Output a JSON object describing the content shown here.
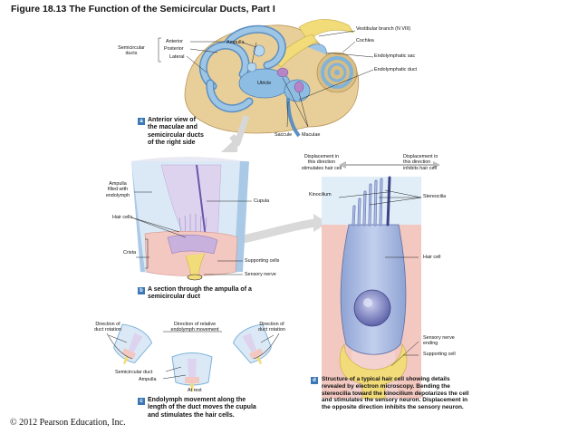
{
  "figure_title": "Figure 18.13  The Function of the Semicircular Ducts, Part I",
  "copyright": "© 2012 Pearson Education, Inc.",
  "panel_a": {
    "badge": "a",
    "caption": [
      "Anterior view of",
      "the maculae and",
      "semicircular ducts",
      "of the right side"
    ],
    "labels": {
      "anterior": "Anterior",
      "posterior": "Posterior",
      "lateral": "Lateral",
      "semicircular_ducts": [
        "Semicircular",
        "ducts"
      ],
      "ampulla": "Ampulla",
      "vestibular_branch": "Vestibular branch (N VIII)",
      "cochlea": "Cochlea",
      "endolymphatic_sac": "Endolymphatic sac",
      "endolymphatic_duct": "Endolymphatic duct",
      "utricle": "Utricle",
      "saccule": "Saccule",
      "maculae": "Maculae"
    }
  },
  "panel_b": {
    "badge": "b",
    "caption": [
      "A section through the ampulla of a",
      "semicircular duct"
    ],
    "labels": {
      "ampulla_filled": [
        "Ampulla",
        "filled with",
        "endolymph"
      ],
      "cupula": "Cupula",
      "hair_cells": "Hair cells",
      "crista": "Crista",
      "supporting_cells": "Supporting cells",
      "sensory_nerve": "Sensory nerve"
    }
  },
  "panel_c": {
    "badge": "c",
    "caption": [
      "Endolymph movement along the",
      "length of the duct moves the cupula",
      "and stimulates the hair cells."
    ],
    "labels": {
      "direction_duct_rotation_left": [
        "Direction of",
        "duct rotation"
      ],
      "direction_relative_endolymph": [
        "Direction of relative",
        "endolymph movement"
      ],
      "direction_duct_rotation_right": [
        "Direction of",
        "duct rotation"
      ],
      "semicircular_duct": "Semicircular duct",
      "ampulla": "Ampulla",
      "at_rest": "At rest"
    }
  },
  "panel_d": {
    "badge": "d",
    "caption": [
      "Structure of a typical hair cell showing details",
      "revealed by electron microscopy. Bending the",
      "stereocilia toward the kinocilium depolarizes the cell",
      "and stimulates the sensory neuron. Displacement in",
      "the opposite direction inhibits the sensory neuron."
    ],
    "labels": {
      "displacement_stimulates": [
        "Displacement in",
        "this direction",
        "stimulates hair cell"
      ],
      "displacement_inhibits": [
        "Displacement in",
        "this direction",
        "inhibits hair cell"
      ],
      "kinocilium": "Kinocilium",
      "stereocilia": "Stereocilia",
      "hair_cell": "Hair cell",
      "sensory_nerve_ending": [
        "Sensory nerve",
        "ending"
      ],
      "supporting_cell": "Supporting cell"
    }
  },
  "colors": {
    "duct_blue": "#7fb3d9",
    "bone_tan": "#d9b77a",
    "nerve_yellow": "#f2dc7a",
    "cupula_lavender": "#ddd3ef",
    "tissue_pink": "#f2c8c0",
    "cell_blue": "#a7b7dd",
    "badge_blue": "#3b78b5"
  }
}
